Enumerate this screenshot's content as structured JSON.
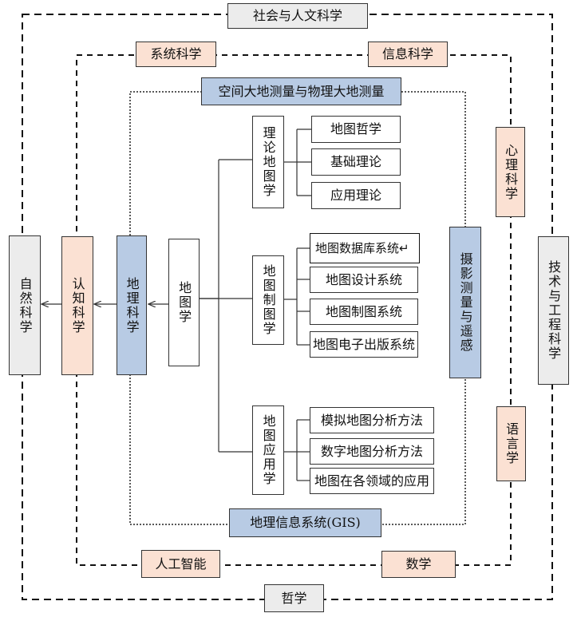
{
  "outer": {
    "top": "社会与人文科学",
    "bottom": "哲学",
    "left": "自然科学",
    "right": "技术与工程科学"
  },
  "middle": {
    "top_left": "系统科学",
    "top_right": "信息科学",
    "bottom_left": "人工智能",
    "bottom_right": "数学",
    "left": "认知科学",
    "right_top": "心理科学",
    "right_bottom": "语言学"
  },
  "inner": {
    "top": "空间大地测量与物理大地测量",
    "bottom": "地理信息系统(GIS)",
    "left": "地理科学",
    "right": "摄影测量与遥感"
  },
  "core": "地图学",
  "branches": [
    {
      "name": "理论地图学",
      "items": [
        "地图哲学",
        "基础理论",
        "应用理论"
      ]
    },
    {
      "name": "地图制图学",
      "items": [
        "地图数据库系统↵",
        "地图设计系统",
        "地图制图系统",
        "地图电子出版系统"
      ]
    },
    {
      "name": "地图应用学",
      "items": [
        "模拟地图分析方法",
        "数字地图分析方法",
        "地图在各领域的应用"
      ]
    }
  ]
}
